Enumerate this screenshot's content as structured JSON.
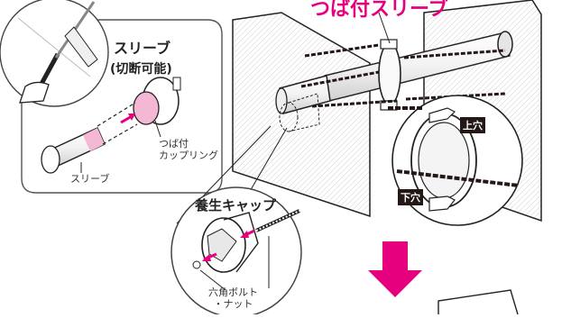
{
  "labels": {
    "sleeve_with_collar": "つば付スリーブ",
    "sleeve_title": "スリーブ",
    "sleeve_cuttable": "(切断可能)",
    "collar_coupling_line1": "つば付",
    "collar_coupling_line2": "カップリング",
    "sleeve_label": "スリーブ",
    "protective_cap": "養生キャップ",
    "hex_bolt_line1": "六角ボルト",
    "hex_bolt_line2": "・ナット",
    "upper_hole": "上穴",
    "lower_hole": "下穴"
  },
  "colors": {
    "accent": "#e6007e",
    "dark_tag": "#231815",
    "pink_fill": "#f4b8d4"
  }
}
